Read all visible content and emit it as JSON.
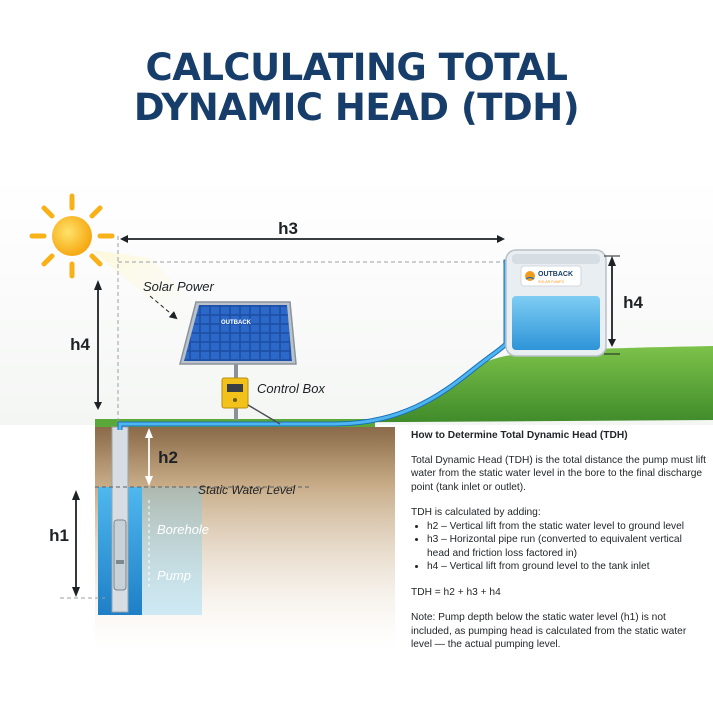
{
  "title": {
    "line1": "CALCULATING TOTAL",
    "line2": "DYNAMIC HEAD (TDH)"
  },
  "diagram": {
    "labels": {
      "solar_power": "Solar Power",
      "control_box": "Control Box",
      "static_water_level": "Static Water Level",
      "borehole": "Borehole",
      "pump": "Pump"
    },
    "dimensions": {
      "h1": "h1",
      "h2": "h2",
      "h3": "h3",
      "h4_left": "h4",
      "h4_right": "h4"
    },
    "branding": {
      "tank_brand": "OUTBACK",
      "tank_sub": "SOLAR PUMPS",
      "panel_brand": "OUTBACK"
    },
    "colors": {
      "title": "#173e6b",
      "grass": "#5aa83a",
      "water": "#2f9fe0",
      "pipe": "#3aa6e8",
      "control_box": "#f2c21b",
      "sun": "#f7b21a"
    }
  },
  "info": {
    "heading": "How to Determine Total Dynamic Head (TDH)",
    "intro": "Total Dynamic Head (TDH) is the total distance the pump must lift water from the static water level in the bore to the final discharge point (tank inlet or outlet).",
    "calc_intro": "TDH is calculated by adding:",
    "items": [
      "h2 – Vertical lift from the static water level to ground level",
      "h3 – Horizontal pipe run (converted to equivalent vertical head and friction loss factored in)",
      "h4 – Vertical lift from ground level to the tank inlet"
    ],
    "formula": "TDH = h2 + h3 + h4",
    "note": "Note: Pump depth below the static water level (h1) is not included, as pumping head is calculated from the static water level — the actual pumping level."
  }
}
